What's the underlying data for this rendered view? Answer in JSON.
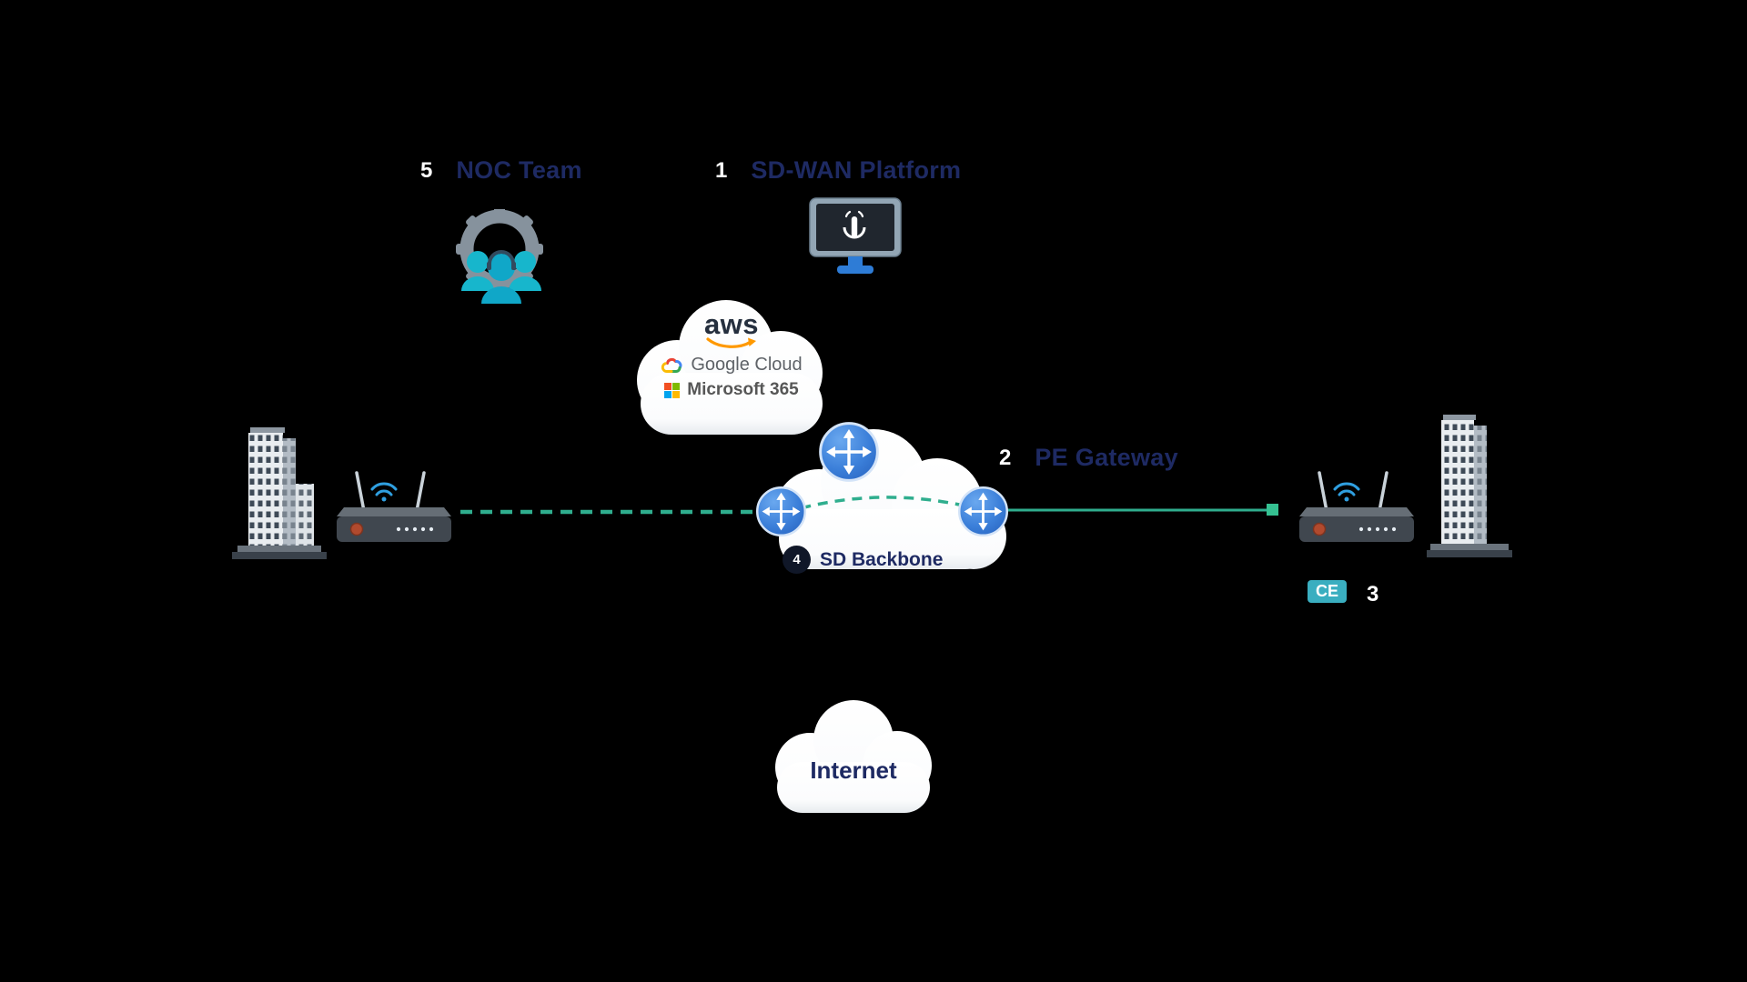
{
  "colors": {
    "background": "#000000",
    "navy": "#1e2a63",
    "teal": "#2fae8e",
    "white": "#ffffff",
    "router_blue": "#3b7fd9",
    "ce_chip": "#3aaec0",
    "badge_dark": "#101728",
    "aws_orange": "#ff9900",
    "link_square_green": "#35c091"
  },
  "nodes": {
    "noc": {
      "number": "5",
      "label": "NOC Team"
    },
    "platform": {
      "number": "1",
      "label": "SD-WAN Platform"
    },
    "pe_gateway": {
      "number": "2",
      "label": "PE Gateway"
    },
    "ce": {
      "number": "3",
      "label": "CE"
    },
    "backbone": {
      "number": "4",
      "label": "SD Backbone"
    },
    "internet": {
      "label": "Internet"
    }
  },
  "providers": {
    "aws": "aws",
    "google": "Google Cloud",
    "microsoft": "Microsoft 365"
  }
}
